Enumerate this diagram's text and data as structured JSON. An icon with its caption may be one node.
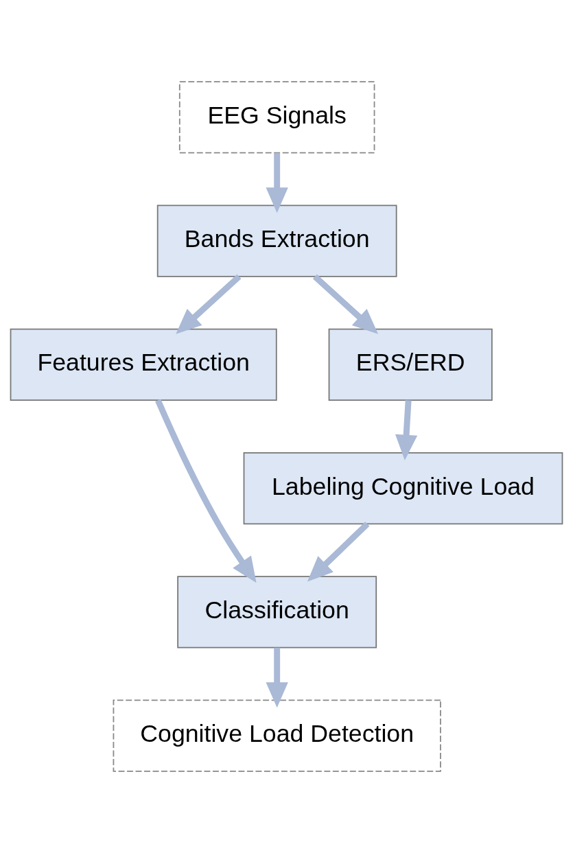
{
  "diagram": {
    "nodes": [
      {
        "text": [
          "EEG Signals"
        ]
      },
      {
        "text": [
          "Bands Extraction"
        ]
      },
      {
        "text": [
          "Features Extraction"
        ]
      },
      {
        "text": [
          "ERS/ERD"
        ]
      },
      {
        "text": [
          "Labeling Cognitive Load"
        ]
      },
      {
        "text": [
          "Classification"
        ]
      },
      {
        "text": [
          "Cognitive Load Detection"
        ]
      }
    ],
    "edges": [
      {
        "from": 0,
        "to": 1,
        "arrow": "to"
      },
      {
        "from": 1,
        "to": 2,
        "arrow": "to"
      },
      {
        "from": 1,
        "to": 3,
        "arrow": "to"
      },
      {
        "from": 3,
        "to": 4,
        "arrow": "to"
      },
      {
        "from": 2,
        "to": 5,
        "arrow": "to"
      },
      {
        "from": 4,
        "to": 5,
        "arrow": "to"
      },
      {
        "from": 5,
        "to": 6,
        "arrow": "to"
      }
    ]
  }
}
